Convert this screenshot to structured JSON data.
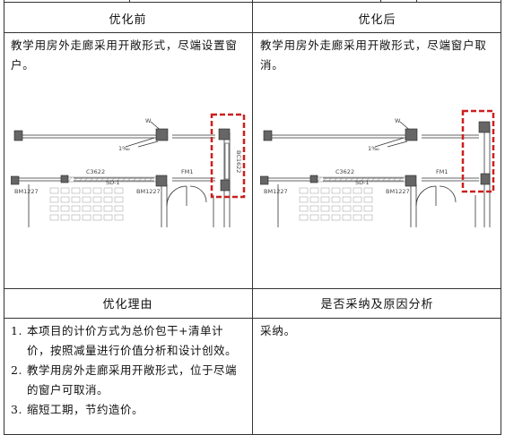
{
  "header": {
    "before": "优化前",
    "after": "优化后"
  },
  "before_text": "教学用房外走廊采用开敞形式，尽端设置窗户。",
  "after_text": "教学用房外走廊采用开敞形式，尽端窗户取消。",
  "section2": {
    "reason_label": "优化理由",
    "adopt_label": "是否采纳及原因分析"
  },
  "reasons": [
    {
      "num": "1.",
      "text": "本项目的计价方式为总价包干+清单计价，按照减量进行价值分析和设计创效。"
    },
    {
      "num": "2.",
      "text": "教学用房外走廊采用开敞形式，位于尽端的窗户可取消。"
    },
    {
      "num": "3.",
      "text": "缩短工期，节约造价。"
    }
  ],
  "adopt_text": "采纳。",
  "drawing_labels": {
    "w_label": "W",
    "slope_label": "1‰",
    "c_label": "C3622",
    "fm_label": "FM1",
    "bm_left": "BM1227",
    "bm_right": "BM1227",
    "sd_label": "SD-1",
    "vertical_label": "BC1622"
  },
  "colors": {
    "highlight": "#cc1f1f",
    "line": "#333333"
  }
}
